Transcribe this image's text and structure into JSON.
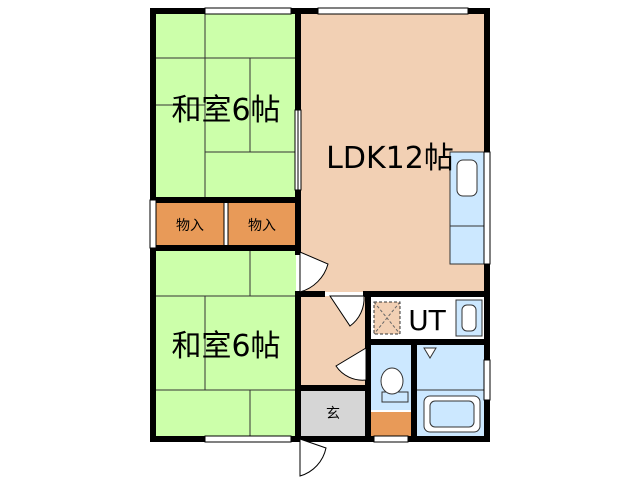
{
  "rooms": {
    "washitsu_upper": {
      "label": "和室6帖",
      "color": "#ccffaa"
    },
    "washitsu_lower": {
      "label": "和室6帖",
      "color": "#ccffaa"
    },
    "ldk": {
      "label": "LDK12帖",
      "color": "#f2d0b4"
    },
    "storage_left": {
      "label": "物入",
      "color": "#e89a58"
    },
    "storage_right": {
      "label": "物入",
      "color": "#e89a58"
    },
    "ut": {
      "label": "UT"
    },
    "entrance": {
      "label": "玄",
      "color": "#d6d6d6"
    }
  },
  "colors": {
    "wall": "#000000",
    "fixture": "#cce8ff",
    "fixture_stroke": "#333333",
    "hall": "#f2d0b4"
  }
}
